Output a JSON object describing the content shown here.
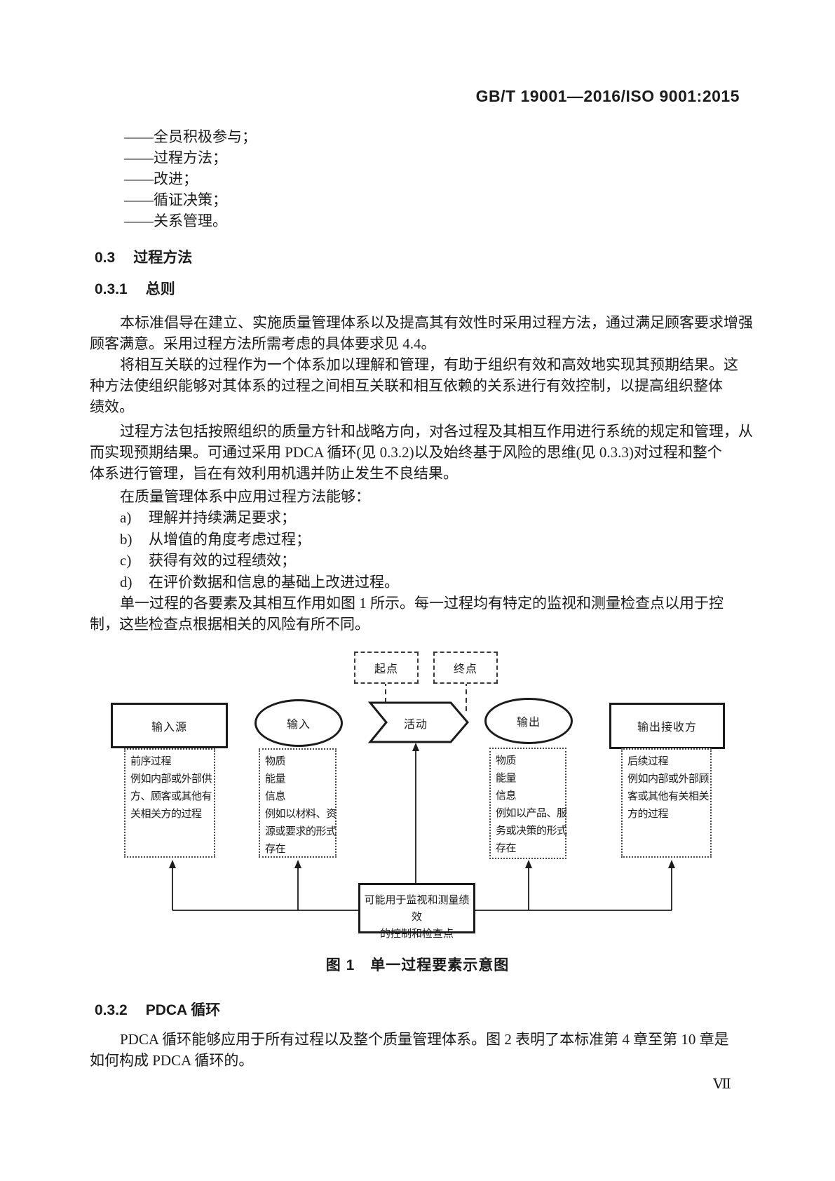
{
  "header": {
    "standard_code": "GB/T 19001—2016/ISO 9001:2015"
  },
  "page_number": "Ⅶ",
  "principles": [
    "——全员积极参与；",
    "——过程方法；",
    "——改进；",
    "——循证决策；",
    "——关系管理。"
  ],
  "sections": {
    "s03": {
      "number": "0.3",
      "title": "过程方法"
    },
    "s031": {
      "number": "0.3.1",
      "title": "总则"
    },
    "s032": {
      "number": "0.3.2",
      "title": "PDCA 循环"
    }
  },
  "body": {
    "p1": [
      "本标准倡导在建立、实施质量管理体系以及提高其有效性时采用过程方法，通过满足顾客要求增强",
      "顾客满意。采用过程方法所需考虑的具体要求见 4.4。"
    ],
    "p2": [
      "将相互关联的过程作为一个体系加以理解和管理，有助于组织有效和高效地实现其预期结果。这",
      "种方法使组织能够对其体系的过程之间相互关联和相互依赖的关系进行有效控制，以提高组织整体",
      "绩效。"
    ],
    "p3": [
      "过程方法包括按照组织的质量方针和战略方向，对各过程及其相互作用进行系统的规定和管理，从",
      "而实现预期结果。可通过采用 PDCA 循环(见 0.3.2)以及始终基于风险的思维(见 0.3.3)对过程和整个",
      "体系进行管理，旨在有效利用机遇并防止发生不良结果。"
    ],
    "p4_intro": "在质量管理体系中应用过程方法能够：",
    "list": [
      {
        "marker": "a)",
        "text": "理解并持续满足要求；"
      },
      {
        "marker": "b)",
        "text": "从增值的角度考虑过程；"
      },
      {
        "marker": "c)",
        "text": "获得有效的过程绩效；"
      },
      {
        "marker": "d)",
        "text": "在评价数据和信息的基础上改进过程。"
      }
    ],
    "p5": [
      "单一过程的各要素及其相互作用如图 1 所示。每一过程均有特定的监视和测量检查点以用于控",
      "制，这些检查点根据相关的风险有所不同。"
    ],
    "p6": [
      "PDCA 循环能够应用于所有过程以及整个质量管理体系。图 2 表明了本标准第 4 章至第 10 章是",
      "如何构成 PDCA 循环的。"
    ]
  },
  "figure": {
    "caption": "图 1　单一过程要素示意图",
    "start_label": "起点",
    "end_label": "终点",
    "input_source_label": "输入源",
    "input_label": "输入",
    "activity_label": "活动",
    "output_label": "输出",
    "output_receiver_label": "输出接收方",
    "pre_process_lines": [
      "前序过程",
      "例如内部或外部供",
      "方、顾客或其他有",
      "关相关方的过程"
    ],
    "input_detail_lines": [
      "物质",
      "能量",
      "信息",
      "例如以材料、资",
      "源或要求的形式",
      "存在"
    ],
    "output_detail_lines": [
      "物质",
      "能量",
      "信息",
      "例如以产品、服",
      "务或决策的形式",
      "存在"
    ],
    "post_process_lines": [
      "后续过程",
      "例如内部或外部顾",
      "客或其他有关相关",
      "方的过程"
    ],
    "control_box_lines": [
      "可能用于监视和测量绩效",
      "的控制和检查点"
    ],
    "line_color": "#1b1b1b"
  }
}
